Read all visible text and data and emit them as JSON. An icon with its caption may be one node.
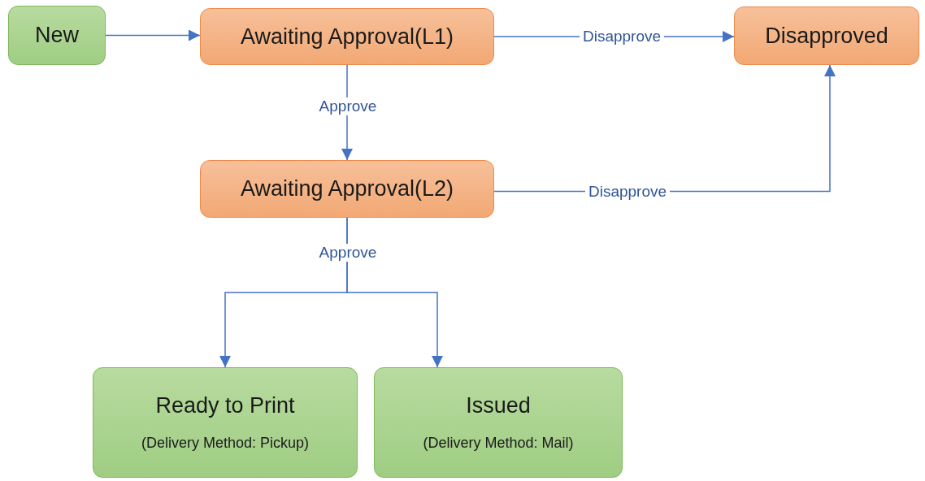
{
  "diagram": {
    "nodes": [
      {
        "text": [
          "New"
        ]
      },
      {
        "text": [
          "Awaiting Approval(L1)"
        ]
      },
      {
        "text": [
          "Disapproved"
        ]
      },
      {
        "text": [
          "Awaiting Approval(L2)"
        ]
      },
      {
        "text": [
          "Ready to Print",
          "(Delivery Method: Pickup)"
        ]
      },
      {
        "text": [
          "Issued",
          "(Delivery Method: Mail)"
        ]
      }
    ],
    "edges": [
      {
        "from": 0,
        "to": 1,
        "arrow": "to"
      },
      {
        "from": 1,
        "to": 2,
        "arrow": "to",
        "label": "Disapprove"
      },
      {
        "from": 1,
        "to": 3,
        "arrow": "to",
        "label": "Approve"
      },
      {
        "from": 3,
        "to": 2,
        "arrow": "to",
        "label": "Disapprove"
      },
      {
        "from": 3,
        "to": 4,
        "arrow": "to",
        "label": "Approve"
      },
      {
        "from": 3,
        "to": 5,
        "arrow": "to"
      }
    ]
  }
}
